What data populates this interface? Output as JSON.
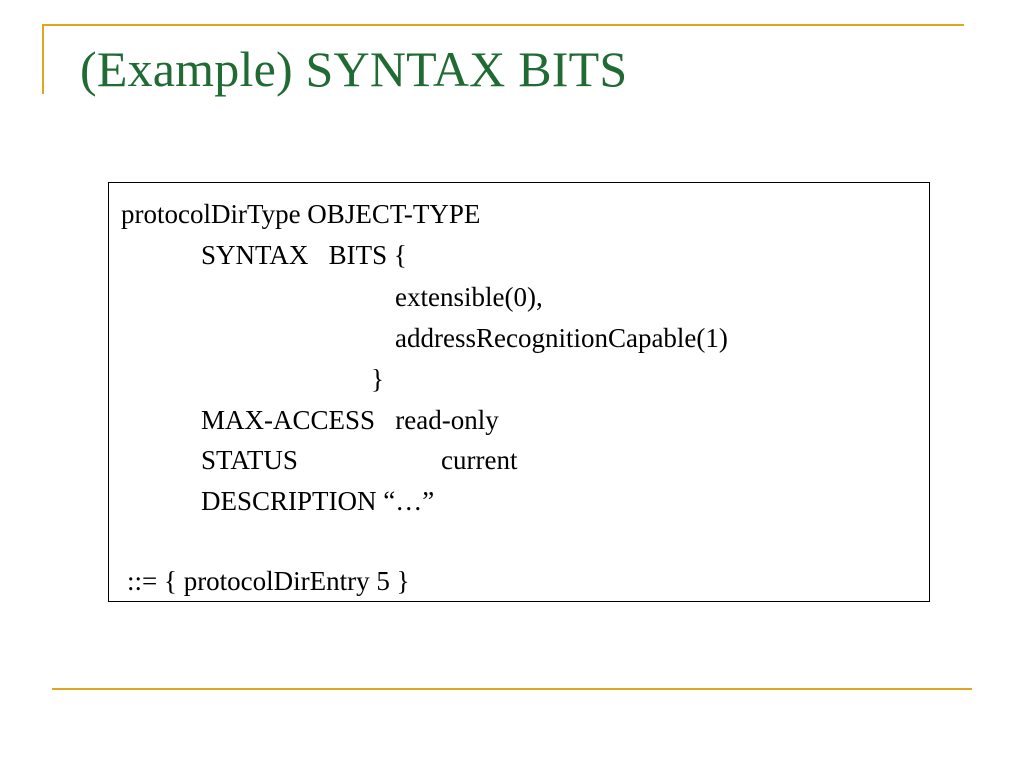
{
  "slide": {
    "title": "(Example) SYNTAX BITS",
    "code_block": {
      "lines": [
        "protocolDirType OBJECT-TYPE",
        "SYNTAX   BITS {",
        "extensible(0),",
        "addressRecognitionCapable(1)",
        "}",
        "MAX-ACCESS   read-only",
        "STATUS",
        "current",
        "DESCRIPTION “…”",
        "::= { protocolDirEntry 5 }"
      ]
    }
  },
  "colors": {
    "accent": "#e0a61f",
    "title": "#1f6b33",
    "text": "#000000",
    "border": "#000000",
    "background": "#ffffff"
  }
}
